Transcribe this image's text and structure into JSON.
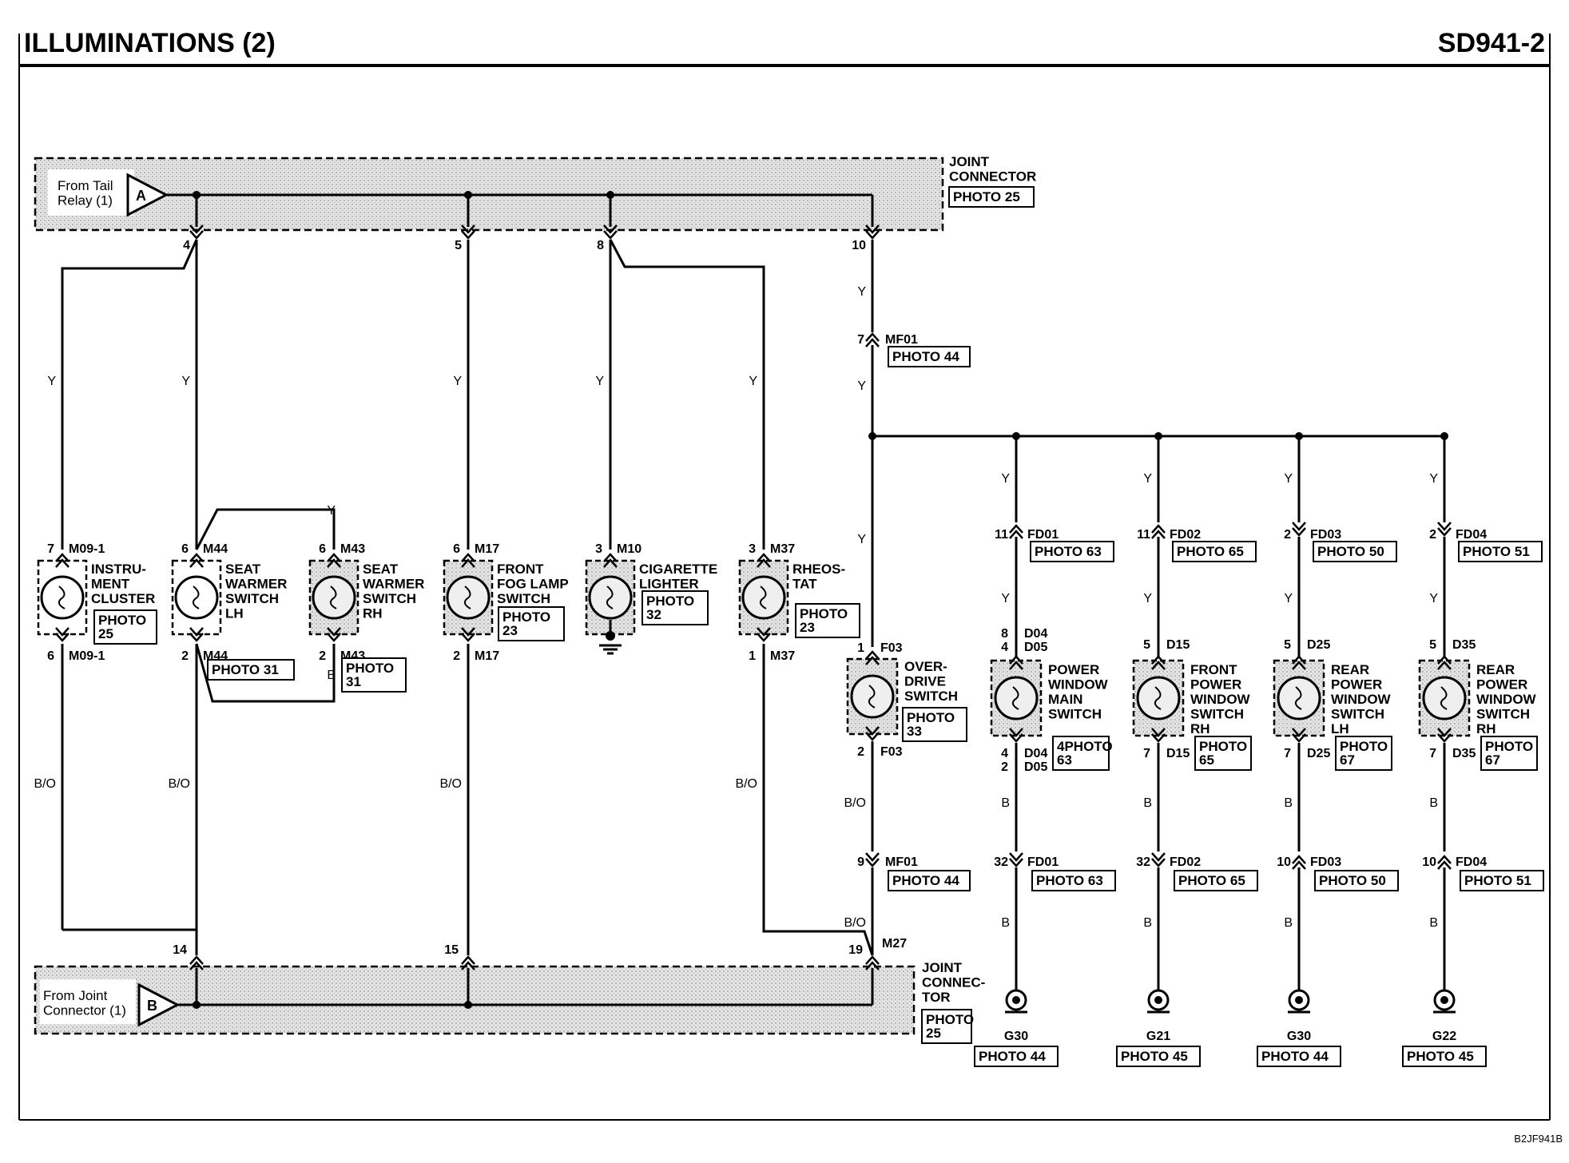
{
  "header": {
    "title": "ILLUMINATIONS (2)",
    "code": "SD941-2"
  },
  "footer": {
    "doc_id": "B2JF941B"
  },
  "joint_top": {
    "lines": [
      "JOINT",
      "CONNECTOR"
    ],
    "photo": "PHOTO 25"
  },
  "joint_bottom": {
    "lines": [
      "JOINT",
      "CONNEC-",
      "TOR"
    ],
    "photo_lines": [
      "PHOTO",
      "25"
    ]
  },
  "input_a": {
    "lines": [
      "From Tail",
      "Relay (1)"
    ],
    "letter": "A"
  },
  "input_b": {
    "lines": [
      "From Joint",
      "Connector (1)"
    ],
    "letter": "B"
  },
  "top_pins": [
    "4",
    "5",
    "8",
    "10"
  ],
  "bottom_pins": [
    "14",
    "15",
    "19"
  ],
  "mf01_top": {
    "pin": "7",
    "name": "MF01",
    "photo": "PHOTO 44"
  },
  "mf01_bottom": {
    "pin": "9",
    "name": "MF01",
    "photo": "PHOTO 44"
  },
  "m27": {
    "name": "M27"
  },
  "wire_colors": {
    "yellow": "Y",
    "black_orange": "B/O",
    "black": "B"
  },
  "left_components": [
    {
      "label_lines": [
        "INSTRU-",
        "MENT",
        "CLUSTER"
      ],
      "top_pin": "7",
      "top_conn": "M09-1",
      "bottom_pin": "6",
      "bottom_conn": "M09-1",
      "photo_lines": [
        "PHOTO",
        "25"
      ]
    },
    {
      "label_lines": [
        "SEAT",
        "WARMER",
        "SWITCH",
        "LH"
      ],
      "top_pin": "6",
      "top_conn": "M44",
      "bottom_pin": "2",
      "bottom_conn": "M44",
      "photo_lines": [
        "PHOTO 31"
      ]
    },
    {
      "label_lines": [
        "SEAT",
        "WARMER",
        "SWITCH",
        "RH"
      ],
      "top_pin": "6",
      "top_conn": "M43",
      "bottom_pin": "2",
      "bottom_conn": "M43",
      "photo_lines": [
        "PHOTO",
        "31"
      ]
    },
    {
      "label_lines": [
        "FRONT",
        "FOG LAMP",
        "SWITCH"
      ],
      "top_pin": "6",
      "top_conn": "M17",
      "bottom_pin": "2",
      "bottom_conn": "M17",
      "photo_lines": [
        "PHOTO",
        "23"
      ]
    },
    {
      "label_lines": [
        "CIGARETTE",
        "LIGHTER"
      ],
      "top_pin": "3",
      "top_conn": "M10",
      "bottom_pin": "",
      "bottom_conn": "",
      "photo_lines": [
        "PHOTO",
        "32"
      ]
    },
    {
      "label_lines": [
        "RHEOS-",
        "TAT"
      ],
      "top_pin": "3",
      "top_conn": "M37",
      "bottom_pin": "1",
      "bottom_conn": "M37",
      "photo_lines": [
        "PHOTO",
        "23"
      ]
    }
  ],
  "overdrive": {
    "label_lines": [
      "OVER-",
      "DRIVE",
      "SWITCH"
    ],
    "top_pin": "1",
    "top_conn": "F03",
    "bottom_pin": "2",
    "bottom_conn": "F03",
    "photo_lines": [
      "PHOTO",
      "33"
    ]
  },
  "right_branches": [
    {
      "upper_pin": "11",
      "upper_conn": "FD01",
      "upper_photo": "PHOTO 63",
      "comp_top_pins": [
        "8",
        "4"
      ],
      "comp_top_conns": [
        "D04",
        "D05"
      ],
      "label_lines": [
        "POWER",
        "WINDOW",
        "MAIN",
        "SWITCH"
      ],
      "comp_bot_pins": [
        "4",
        "2"
      ],
      "comp_bot_conns": [
        "D04",
        "D05"
      ],
      "comp_photo_lines": [
        "4PHOTO",
        "63"
      ],
      "lower_pin": "32",
      "lower_conn": "FD01",
      "lower_photo": "PHOTO 63",
      "ground": "G30",
      "ground_photo": "PHOTO 44"
    },
    {
      "upper_pin": "11",
      "upper_conn": "FD02",
      "upper_photo": "PHOTO 65",
      "comp_top_pins": [
        "5"
      ],
      "comp_top_conns": [
        "D15"
      ],
      "label_lines": [
        "FRONT",
        "POWER",
        "WINDOW",
        "SWITCH",
        "RH"
      ],
      "comp_bot_pins": [
        "7"
      ],
      "comp_bot_conns": [
        "D15"
      ],
      "comp_photo_lines": [
        "PHOTO",
        "65"
      ],
      "lower_pin": "32",
      "lower_conn": "FD02",
      "lower_photo": "PHOTO 65",
      "ground": "G21",
      "ground_photo": "PHOTO 45"
    },
    {
      "upper_pin": "2",
      "upper_conn": "FD03",
      "upper_photo": "PHOTO 50",
      "comp_top_pins": [
        "5"
      ],
      "comp_top_conns": [
        "D25"
      ],
      "label_lines": [
        "REAR",
        "POWER",
        "WINDOW",
        "SWITCH",
        "LH"
      ],
      "comp_bot_pins": [
        "7"
      ],
      "comp_bot_conns": [
        "D25"
      ],
      "comp_photo_lines": [
        "PHOTO",
        "67"
      ],
      "lower_pin": "10",
      "lower_conn": "FD03",
      "lower_photo": "PHOTO 50",
      "ground": "G30",
      "ground_photo": "PHOTO 44"
    },
    {
      "upper_pin": "2",
      "upper_conn": "FD04",
      "upper_photo": "PHOTO 51",
      "comp_top_pins": [
        "5"
      ],
      "comp_top_conns": [
        "D35"
      ],
      "label_lines": [
        "REAR",
        "POWER",
        "WINDOW",
        "SWITCH",
        "RH"
      ],
      "comp_bot_pins": [
        "7"
      ],
      "comp_bot_conns": [
        "D35"
      ],
      "comp_photo_lines": [
        "PHOTO",
        "67"
      ],
      "lower_pin": "10",
      "lower_conn": "FD04",
      "lower_photo": "PHOTO 51",
      "ground": "G22",
      "ground_photo": "PHOTO 45"
    }
  ]
}
